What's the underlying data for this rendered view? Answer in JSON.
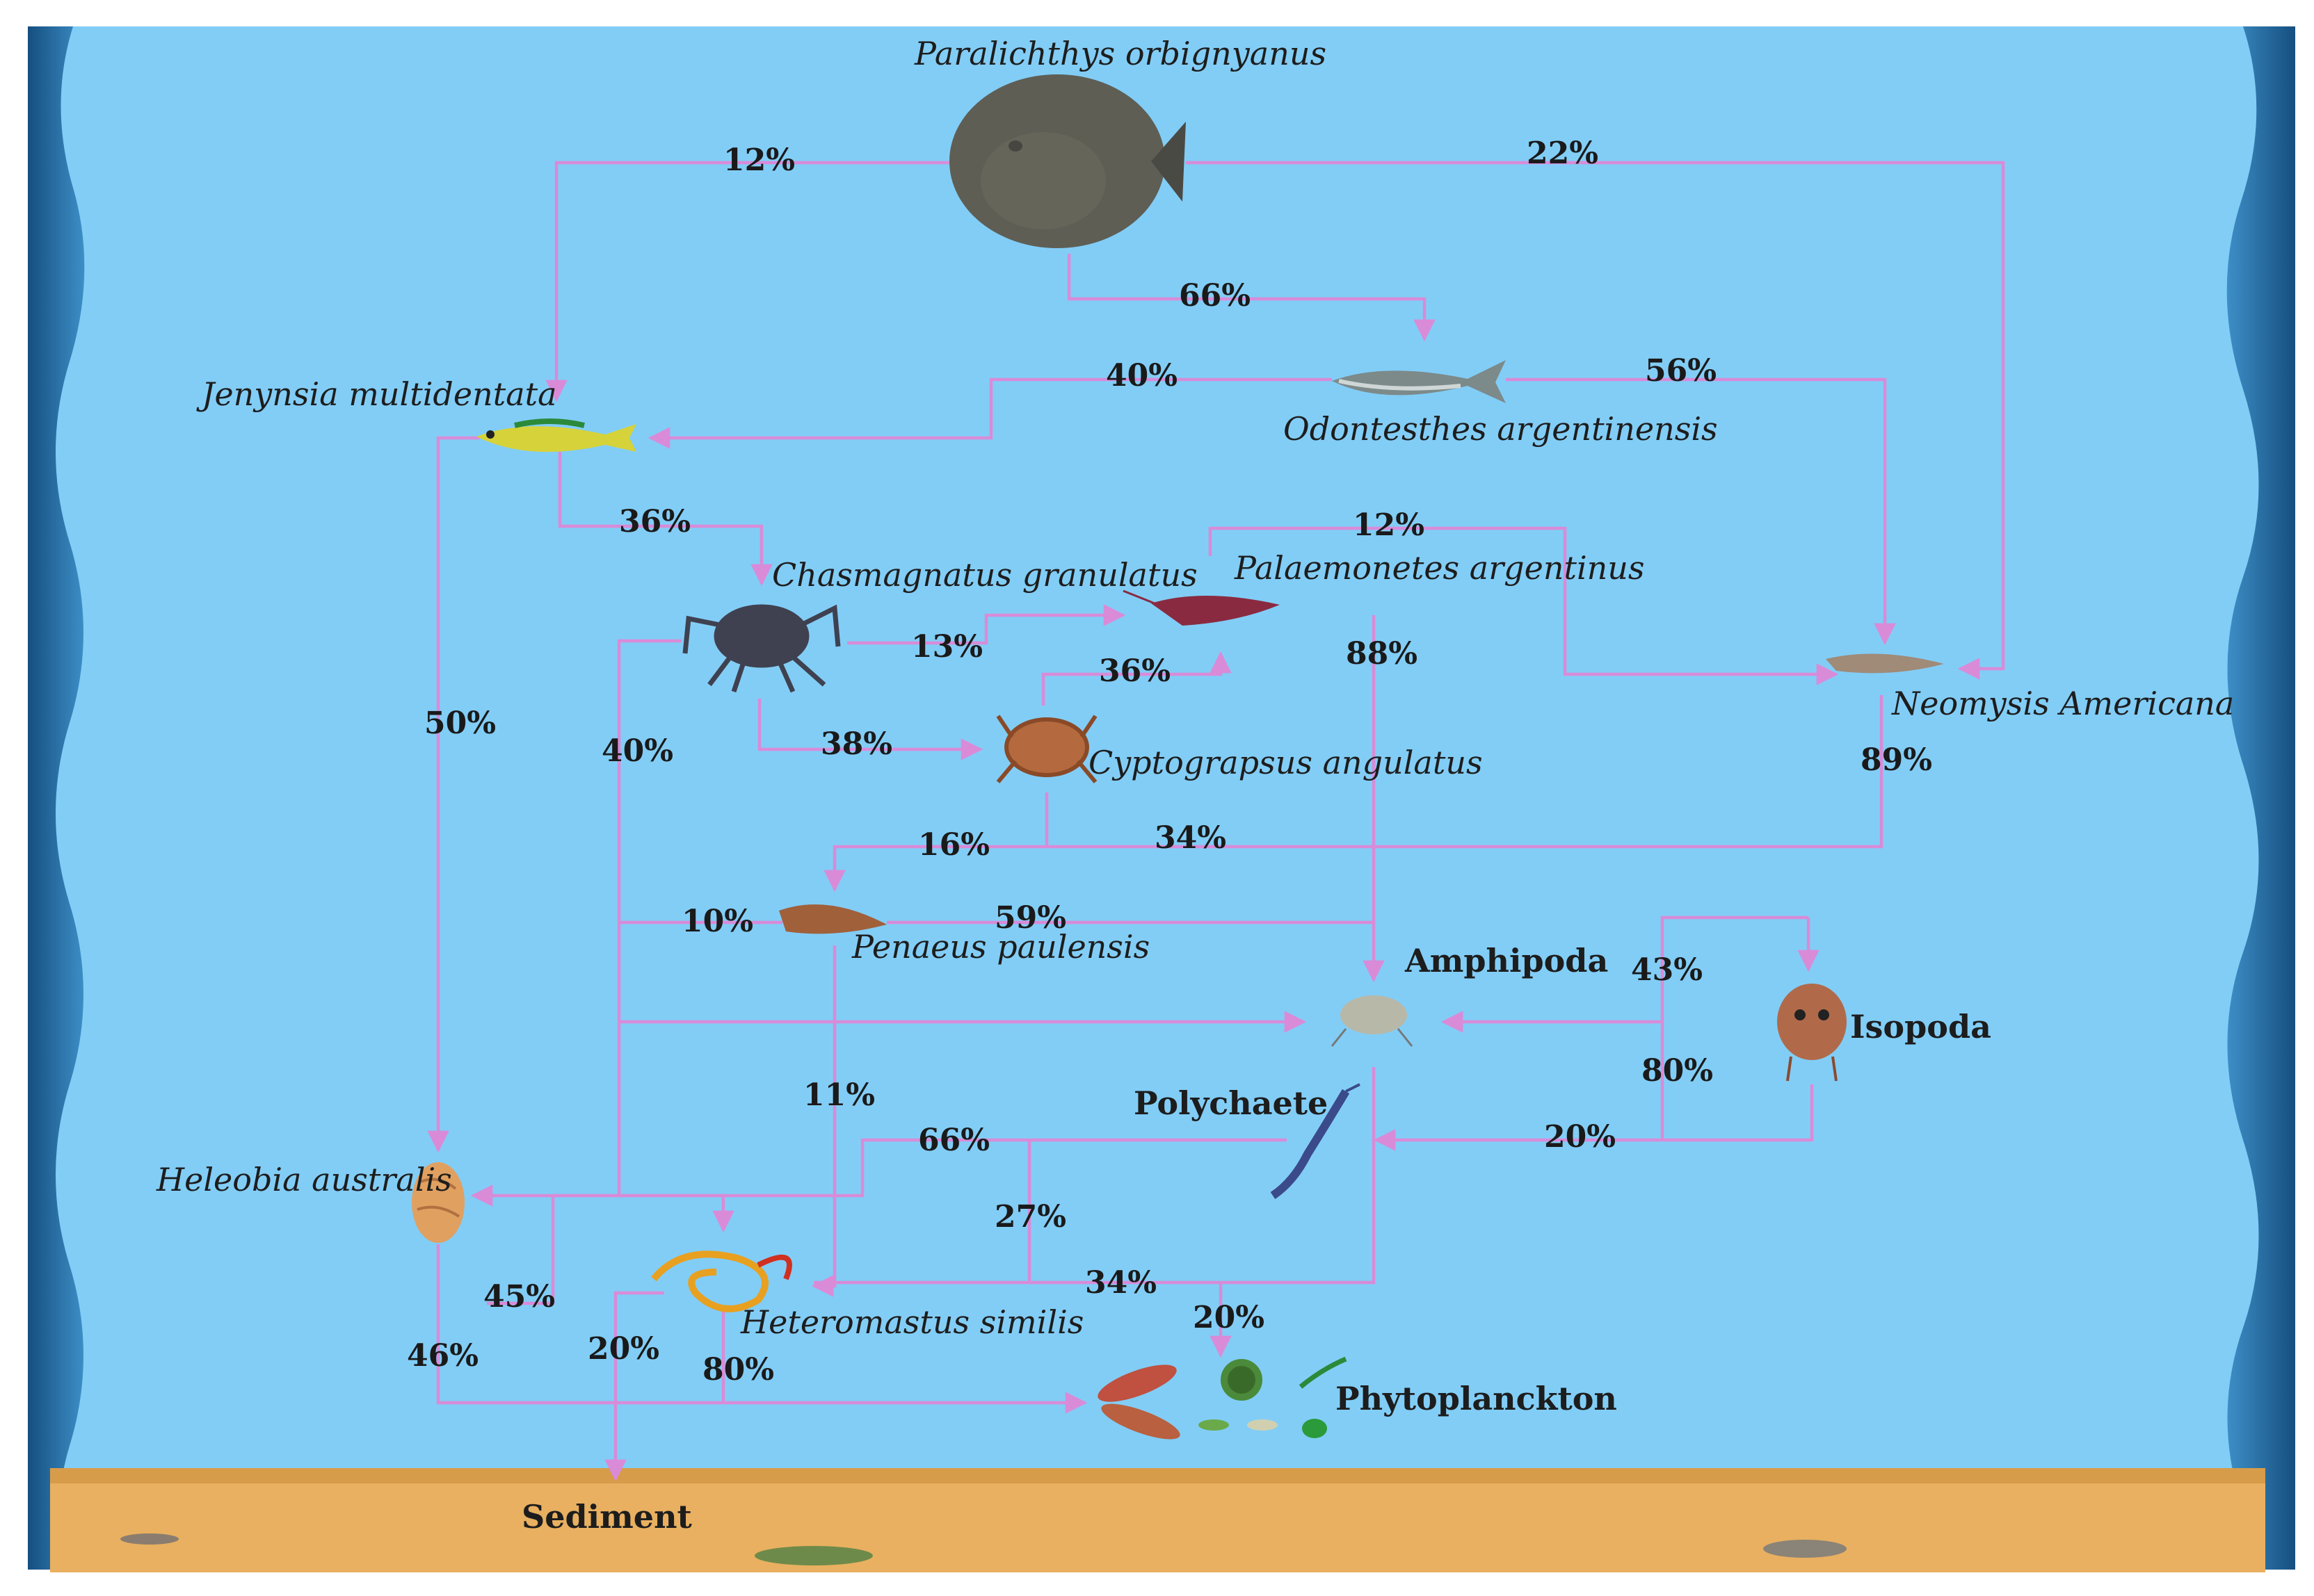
{
  "species": {
    "paralichthys": "Paralichthys orbignyanus",
    "jenynsia": "Jenynsia multidentata",
    "odontesthes": "Odontesthes argentinensis",
    "chasmagnatus": "Chasmagnatus granulatus",
    "palaemonetes": "Palaemonetes argentinus",
    "neomysis": "Neomysis Americana",
    "cyptograpsus": "Cyptograpsus angulatus",
    "penaeus": "Penaeus paulensis",
    "heleobia": "Heleobia australis",
    "heteromastus": "Heteromastus similis"
  },
  "groups": {
    "amphipoda": "Amphipoda",
    "isopoda": "Isopoda",
    "polychaete": "Polychaete",
    "phytoplanckton": "Phytoplanckton",
    "sediment": "Sediment"
  },
  "percentages": {
    "p_jenynsia": "12%",
    "p_neomysis_top": "22%",
    "p_odontesthes": "66%",
    "o_jenynsia": "40%",
    "o_neomysis": "56%",
    "j_chasm": "36%",
    "j_heleobia": "50%",
    "palae_neomysis": "12%",
    "chasm_palae": "13%",
    "cypto_palae": "36%",
    "palae_amph": "88%",
    "chasm_cypto": "38%",
    "chasm_amph": "40%",
    "neomysis_down": "89%",
    "cypto_penaeus": "16%",
    "neomysis_penaeus": "34%",
    "penaeus_left": "10%",
    "penaeus_amph": "59%",
    "isopoda_amph": "43%",
    "isopoda_80": "80%",
    "isopoda_poly": "20%",
    "penaeus_hetero": "11%",
    "poly_heleobia": "66%",
    "poly_hetero": "27%",
    "amph_hetero": "34%",
    "amph_phyto": "20%",
    "heleobia_45": "45%",
    "heleobia_46": "46%",
    "hetero_sed": "20%",
    "hetero_phyto": "80%"
  },
  "colors": {
    "water": "#82cdf6",
    "arrow": "#d98bd8",
    "sand": "#e8b060",
    "wave": "#1f5f92"
  }
}
